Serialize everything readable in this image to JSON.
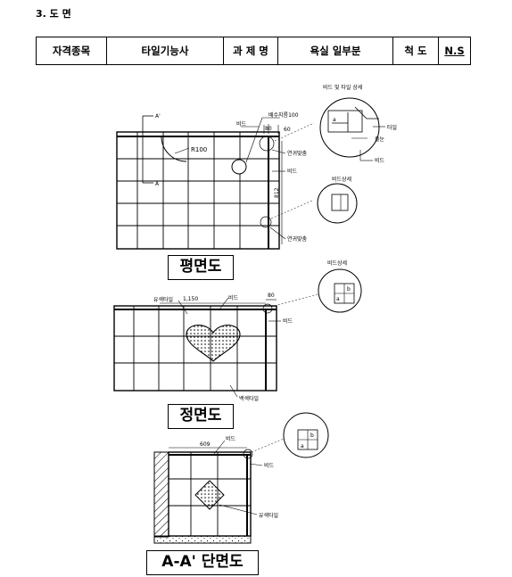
{
  "heading": "3. 도 면",
  "info": {
    "qual_label": "자격종목",
    "qual_value": "타일기능사",
    "task_label": "과 제 명",
    "task_value": "욕실 일부분",
    "scale_label": "척 도",
    "scale_value": "N.S"
  },
  "plan": {
    "label": "평면도",
    "section_mark": "A",
    "section_mark_prime": "A'",
    "radius_label": "R100",
    "bead_callout_top": "비드",
    "drain_label": "배수지름100",
    "dim_80": "80",
    "dim_60": "60",
    "corner_pipe_label": "연귀맞춤",
    "bead_side": "비드",
    "dim_812": "812",
    "corner_label_bottom": "연귀맞춤",
    "detail1_title": "비드 및 타일 상세",
    "detail1_tile": "타일",
    "detail1_joint": "줄눈",
    "detail1_bead": "비드",
    "detail1_a": "a",
    "detail2_title": "비드상세"
  },
  "front": {
    "label": "정면도",
    "colored_tile": "유색타일",
    "dim_1150": "1,150",
    "bead_top": "비드",
    "dim_80": "80",
    "bead_side": "비드",
    "white_tile": "백색타일",
    "detail_title": "비드상세",
    "detail_a": "a",
    "detail_b": "b"
  },
  "section": {
    "label": "A-A' 단면도",
    "dim_609": "609",
    "bead_top": "비드",
    "bead_side": "비드",
    "colored_tile": "유색타일",
    "detail_a": "a",
    "detail_b": "b"
  }
}
